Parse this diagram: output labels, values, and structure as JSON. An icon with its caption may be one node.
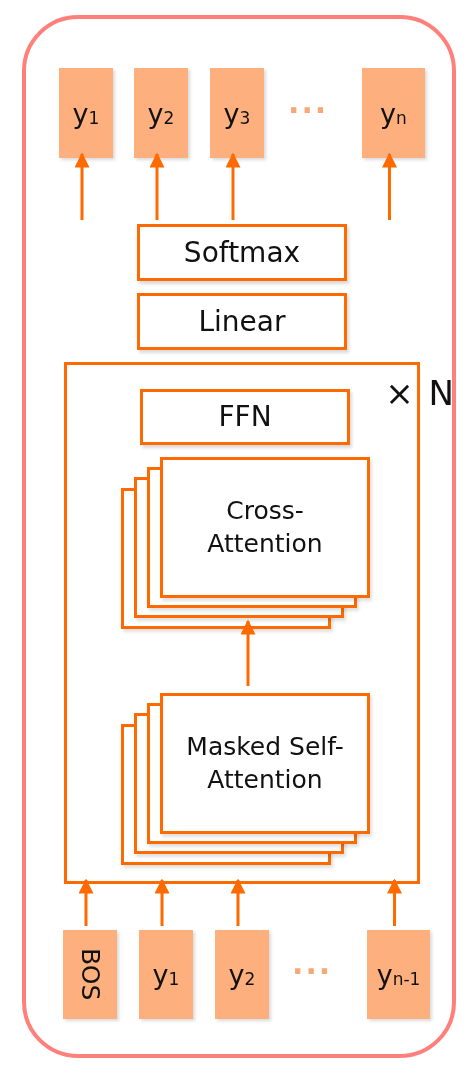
{
  "diagram": {
    "nodes": [
      {
        "text": [],
        "shape": "box"
      },
      {
        "text": [
          "y$_{1}$"
        ],
        "in": 0
      },
      {
        "text": [
          "y$_{2}$"
        ],
        "in": 0
      },
      {
        "text": [
          "y$_{3}$"
        ],
        "in": 0
      },
      {
        "text": [
          "y$_{n}$"
        ],
        "in": 0
      },
      {
        "text": [
          "Softmax"
        ],
        "in": 0
      },
      {
        "text": [
          "Linear"
        ],
        "in": 0
      },
      {
        "text": [
          "× N"
        ],
        "in": 0
      },
      {
        "text": [
          "FFN"
        ],
        "in": 7
      },
      {
        "text": [
          "Cross- Attention"
        ],
        "in": 7
      },
      {
        "text": [
          "Masked Self- Attention"
        ],
        "in": 7
      },
      {
        "text": [
          "BOS"
        ],
        "in": 0
      },
      {
        "text": [
          "y$_{1}$"
        ],
        "in": 0
      },
      {
        "text": [
          "y$_{2}$"
        ],
        "in": 0
      },
      {
        "text": [
          "y$_{n-1}$"
        ],
        "in": 0
      }
    ],
    "edges": [
      {
        "from": 5,
        "to": 1,
        "arrow": "to"
      },
      {
        "from": 5,
        "to": 2,
        "arrow": "to"
      },
      {
        "from": 5,
        "to": 3,
        "arrow": "to"
      },
      {
        "from": 5,
        "to": 4,
        "arrow": "to"
      },
      {
        "from": 10,
        "to": 9,
        "arrow": "to"
      },
      {
        "from": 11,
        "to": 7,
        "arrow": "to"
      },
      {
        "from": 12,
        "to": 7,
        "arrow": "to"
      },
      {
        "from": 13,
        "to": 7,
        "arrow": "to"
      },
      {
        "from": 14,
        "to": 7,
        "arrow": "to"
      }
    ],
    "labels": [
      "···",
      "···"
    ]
  }
}
